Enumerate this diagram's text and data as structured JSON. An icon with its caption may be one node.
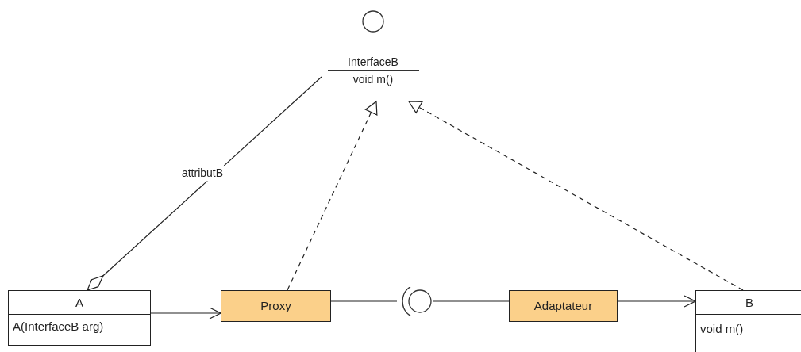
{
  "diagram": {
    "nodes": [
      {
        "text": [
          "InterfaceB",
          "void m()"
        ]
      },
      {
        "text": [
          "A",
          "A(InterfaceB arg)"
        ]
      },
      {
        "text": [
          "Proxy"
        ]
      },
      {
        "text": [
          "Adaptateur"
        ]
      },
      {
        "text": [
          "B",
          "void m()"
        ]
      },
      {
        "text": [],
        "shape": "circle"
      }
    ],
    "edges": [
      {
        "from": 1,
        "to": 0,
        "arrow": "other",
        "label": "attributB"
      },
      {
        "from": 1,
        "to": 2,
        "arrow": "to"
      },
      {
        "from": 2,
        "to": 0,
        "arrow": "to",
        "style": "dashed"
      },
      {
        "from": 4,
        "to": 0,
        "arrow": "to",
        "style": "dashed"
      },
      {
        "from": 2,
        "to": 5,
        "arrow": "none"
      },
      {
        "from": 5,
        "to": 3,
        "arrow": "none"
      },
      {
        "from": 3,
        "to": 4,
        "arrow": "to"
      }
    ]
  }
}
